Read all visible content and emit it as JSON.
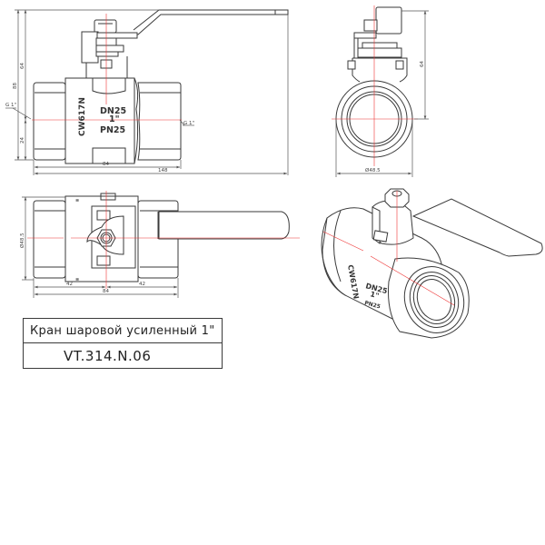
{
  "drawing": {
    "title": "Кран шаровой усиленный 1\"",
    "code": "VT.314.N.06",
    "colors": {
      "line": "#3a3a3a",
      "centerline": "#ee3333",
      "background": "#ffffff"
    }
  },
  "front_view": {
    "body_marking_side": "CW617N",
    "body_marking_dn": "DN25",
    "body_marking_size": "1\"",
    "body_marking_pn": "PN25",
    "thread_left": "G 1\"",
    "thread_right": "G 1\"",
    "dim_height_upper": "64",
    "dim_height_total": "88",
    "dim_height_lower": "24",
    "dim_body_length": "84",
    "dim_total_length": "148"
  },
  "side_view": {
    "dim_height": "64",
    "dim_diameter": "Ø48.5"
  },
  "top_view": {
    "dim_diameter": "Ø48.5",
    "dim_half_left": "42",
    "dim_half_right": "42",
    "dim_length": "84"
  },
  "iso_view": {
    "marking_side": "CW617N",
    "marking_dn": "DN25",
    "marking_size": "1\"",
    "marking_pn": "PN25"
  }
}
